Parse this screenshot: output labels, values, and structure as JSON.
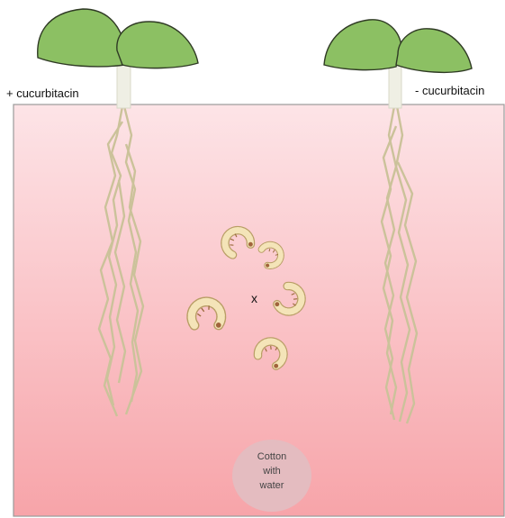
{
  "diagram": {
    "plants": [
      {
        "id": "left",
        "label": "+ cucurbitacin"
      },
      {
        "id": "right",
        "label": "- cucurbitacin"
      }
    ],
    "center_marker": "x",
    "cotton": {
      "line1": "Cotton",
      "line2": "with",
      "line3": "water"
    },
    "colors": {
      "soil_top": "#fde3e6",
      "soil_bottom": "#f7a3a8",
      "leaf": "#8cc063",
      "leaf_outline": "#2f3a24",
      "stem": "#efefe4",
      "root": "#cbc29a",
      "larva": "#f3e2b4",
      "larva_outline": "#bfa56e",
      "cotton": "#e4bcc0"
    },
    "larvae_count": 5
  }
}
